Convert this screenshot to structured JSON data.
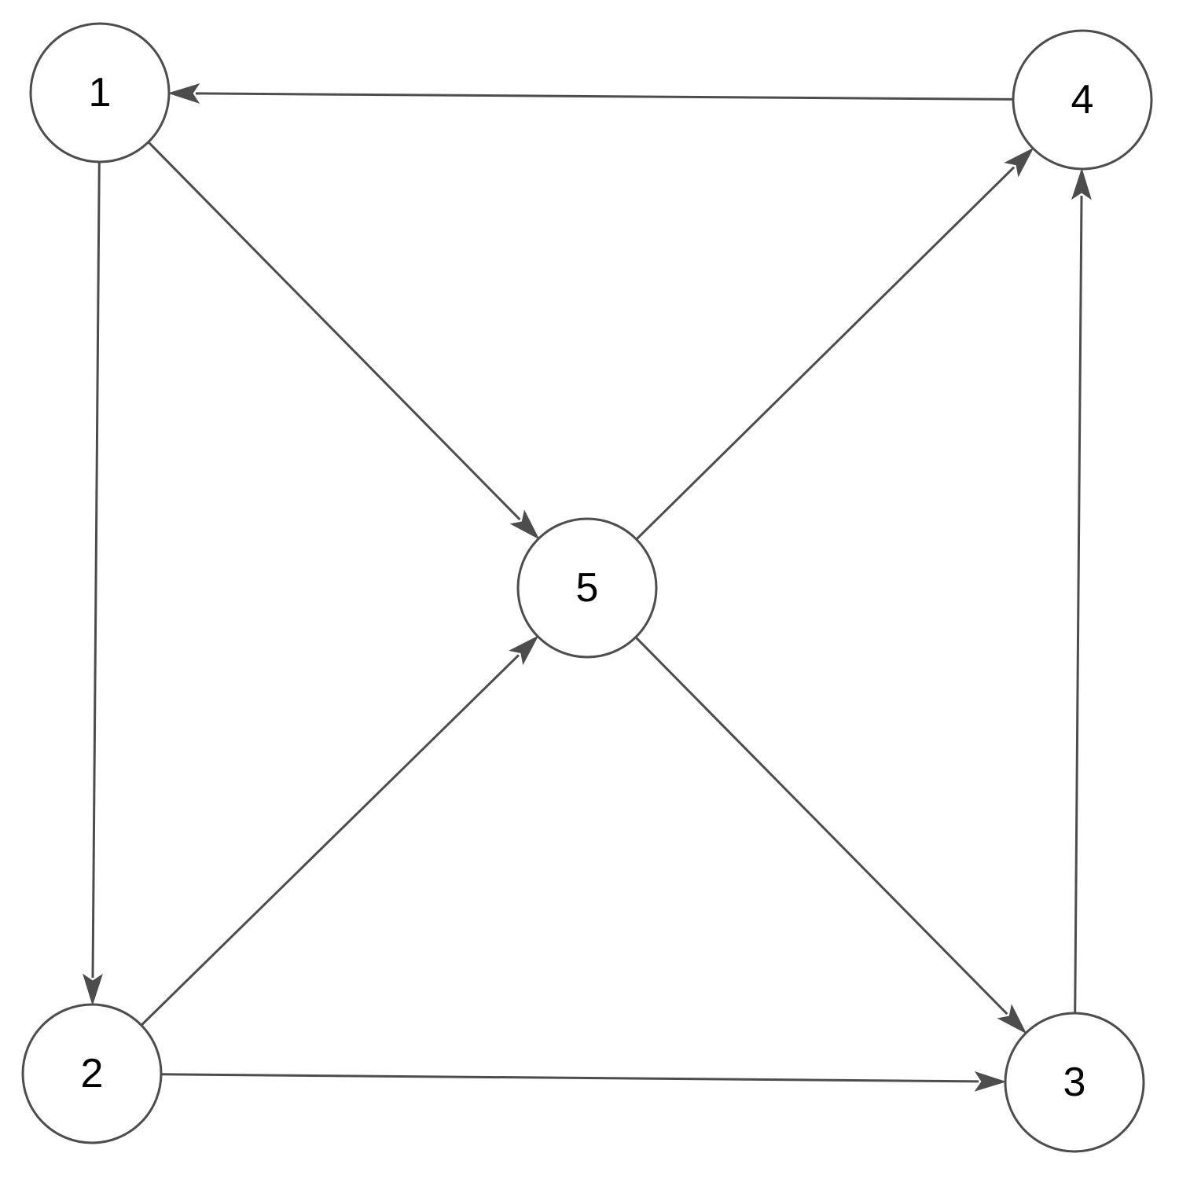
{
  "diagram": {
    "type": "directed-graph",
    "nodes": [
      {
        "id": "1",
        "label": "1"
      },
      {
        "id": "2",
        "label": "2"
      },
      {
        "id": "3",
        "label": "3"
      },
      {
        "id": "4",
        "label": "4"
      },
      {
        "id": "5",
        "label": "5"
      }
    ],
    "edges": [
      {
        "from": "1",
        "to": "2"
      },
      {
        "from": "1",
        "to": "5"
      },
      {
        "from": "4",
        "to": "1"
      },
      {
        "from": "2",
        "to": "3"
      },
      {
        "from": "2",
        "to": "5"
      },
      {
        "from": "5",
        "to": "3"
      },
      {
        "from": "5",
        "to": "4"
      },
      {
        "from": "3",
        "to": "4"
      }
    ]
  }
}
